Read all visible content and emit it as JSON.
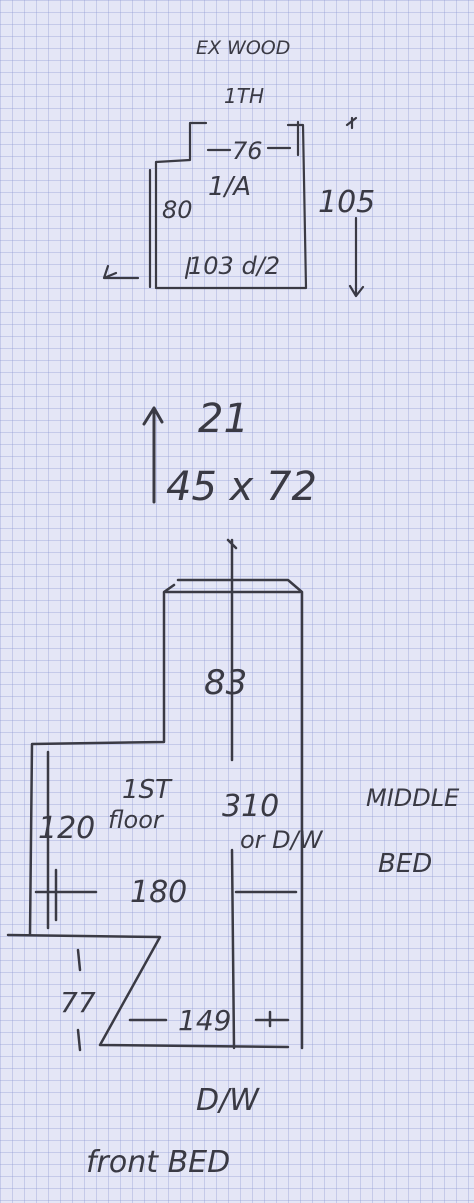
{
  "colors": {
    "paper": "#e4e6f6",
    "grid": "#8c96d2",
    "ink": "#3a3a44"
  },
  "top_plan": {
    "header_line1": "EX WOOD",
    "header_line2": "1TH",
    "top_width": "76",
    "left_height": "80",
    "label": "1/A",
    "bottom_width": "103 d/2",
    "right_height": "105"
  },
  "stairs": {
    "rise": "21",
    "size": "45 x 72"
  },
  "main_plan": {
    "top_depth": "83",
    "floor_label": "1ST",
    "floor_word": "floor",
    "main_length": "310",
    "door_note": "or D/W",
    "left_depth": "120",
    "middle_width": "180",
    "bottom_left": "77",
    "bottom_width": "149",
    "door_label": "D/W",
    "side_room_line1": "MIDDLE",
    "side_room_line2": "BED",
    "front_room": "front BED"
  }
}
